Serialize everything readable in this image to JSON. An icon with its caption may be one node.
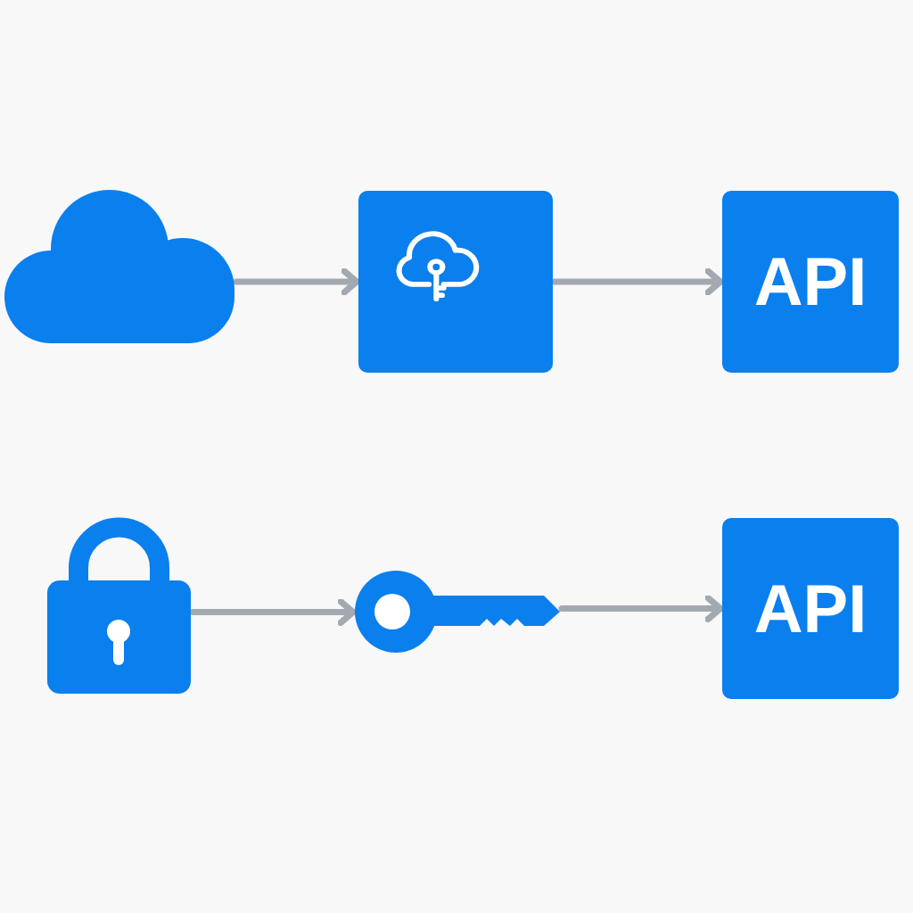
{
  "diagram": {
    "nodes": [
      {
        "text": [],
        "shape": "cloud"
      },
      {
        "text": [],
        "shape": "box"
      },
      {
        "text": [
          "API"
        ]
      },
      {
        "text": [],
        "shape": "lock"
      },
      {
        "text": [],
        "shape": "key"
      },
      {
        "text": [
          "API"
        ]
      }
    ],
    "edges": [
      {
        "from": 0,
        "to": 1,
        "arrow": "to"
      },
      {
        "from": 1,
        "to": 2,
        "arrow": "to"
      },
      {
        "from": 3,
        "to": 4,
        "arrow": "to"
      },
      {
        "from": 4,
        "to": 5,
        "arrow": "to"
      }
    ]
  }
}
